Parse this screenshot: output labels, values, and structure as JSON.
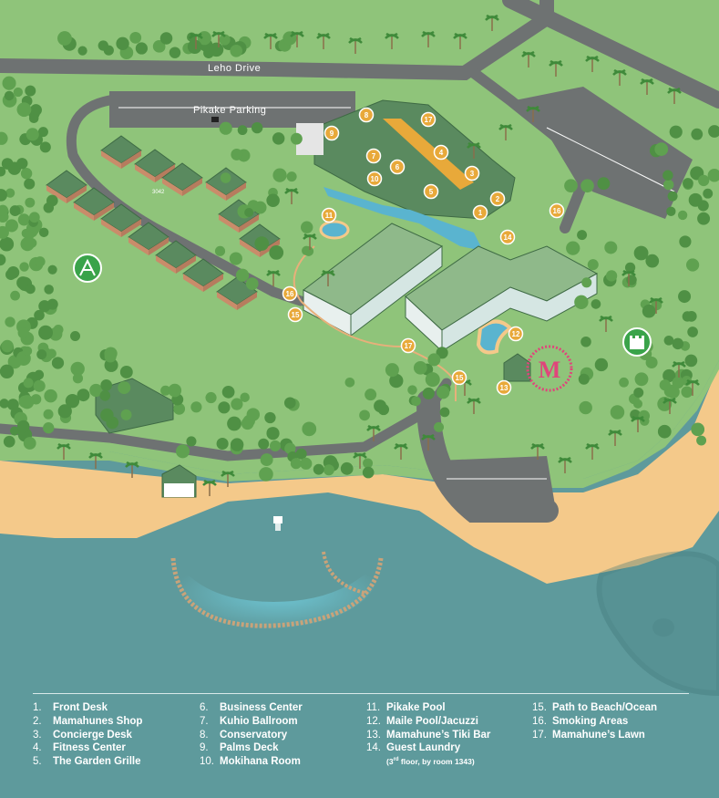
{
  "map": {
    "roads": {
      "leho_drive": "Leho Drive",
      "pikake_parking": "Pikake Parking"
    },
    "building_number": "3042",
    "colors": {
      "grass": "#8fc47a",
      "grass_dark": "#7db567",
      "road": "#6e7272",
      "sand": "#f4c98a",
      "ocean": "#5e9a9c",
      "tree": "#5fa150",
      "building_roof": "#5a8a5f",
      "marker": "#e8a93a",
      "icon_green": "#3aa34a",
      "tiki_red": "#e0457b"
    },
    "icons": {
      "playground": "playground-icon",
      "castle": "castle-icon",
      "logo": "m-logo-icon",
      "lifeguard": "lifeguard-tower-icon",
      "leaf": "leaf-watermark-icon"
    },
    "markers": [
      {
        "n": "1",
        "name": "marker-front-desk"
      },
      {
        "n": "2",
        "name": "marker-mamahunes-shop"
      },
      {
        "n": "3",
        "name": "marker-concierge-desk"
      },
      {
        "n": "4",
        "name": "marker-fitness-center"
      },
      {
        "n": "5",
        "name": "marker-garden-grille"
      },
      {
        "n": "6",
        "name": "marker-business-center"
      },
      {
        "n": "7",
        "name": "marker-kuhio-ballroom"
      },
      {
        "n": "8",
        "name": "marker-conservatory"
      },
      {
        "n": "9",
        "name": "marker-palms-deck"
      },
      {
        "n": "10",
        "name": "marker-mokihana-room"
      },
      {
        "n": "11",
        "name": "marker-pikake-pool"
      },
      {
        "n": "12",
        "name": "marker-maile-pool"
      },
      {
        "n": "13",
        "name": "marker-tiki-bar"
      },
      {
        "n": "14",
        "name": "marker-guest-laundry"
      },
      {
        "n": "15",
        "name": "marker-path-to-beach-a"
      },
      {
        "n": "15",
        "name": "marker-path-to-beach-b"
      },
      {
        "n": "16",
        "name": "marker-smoking-area-a"
      },
      {
        "n": "16",
        "name": "marker-smoking-area-b"
      },
      {
        "n": "17",
        "name": "marker-lawn-a"
      },
      {
        "n": "17",
        "name": "marker-lawn-b"
      }
    ]
  },
  "legend": {
    "columns": [
      [
        {
          "num": "1.",
          "label": "Front Desk"
        },
        {
          "num": "2.",
          "label": "Mamahunes Shop"
        },
        {
          "num": "3.",
          "label": "Concierge Desk"
        },
        {
          "num": "4.",
          "label": "Fitness Center"
        },
        {
          "num": "5.",
          "label": "The Garden Grille"
        }
      ],
      [
        {
          "num": "6.",
          "label": "Business Center"
        },
        {
          "num": "7.",
          "label": "Kuhio Ballroom"
        },
        {
          "num": "8.",
          "label": "Conservatory"
        },
        {
          "num": "9.",
          "label": "Palms Deck"
        },
        {
          "num": "10.",
          "label": "Mokihana Room"
        }
      ],
      [
        {
          "num": "11.",
          "label": "Pikake Pool"
        },
        {
          "num": "12.",
          "label": "Maile Pool/Jacuzzi"
        },
        {
          "num": "13.",
          "label": "Mamahune’s Tiki Bar"
        },
        {
          "num": "14.",
          "label": "Guest Laundry"
        }
      ],
      [
        {
          "num": "15.",
          "label": "Path to Beach/Ocean"
        },
        {
          "num": "16.",
          "label": "Smoking Areas"
        },
        {
          "num": "17.",
          "label": "Mamahune’s Lawn"
        }
      ]
    ],
    "laundry_note": {
      "pre": "(3",
      "sup": "rd",
      "post": " floor, by room 1343)"
    }
  }
}
